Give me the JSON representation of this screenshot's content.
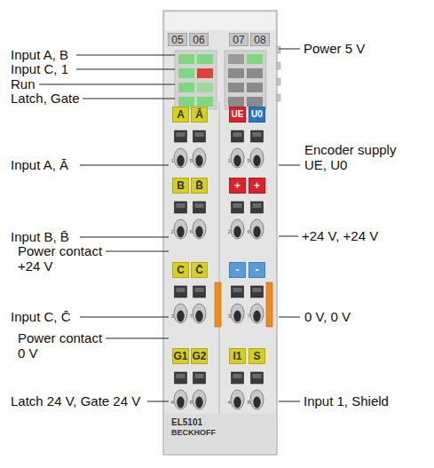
{
  "diagram": {
    "nodes": [
      {
        "text": [
          "05"
        ]
      },
      {
        "text": [
          "06"
        ]
      },
      {
        "text": [
          "07"
        ]
      },
      {
        "text": [
          "08"
        ]
      },
      {
        "text": [
          "A"
        ]
      },
      {
        "text": [
          "Ā"
        ]
      },
      {
        "text": [
          "UE"
        ]
      },
      {
        "text": [
          "U0"
        ]
      },
      {
        "text": [
          "B"
        ]
      },
      {
        "text": [
          "B̄"
        ]
      },
      {
        "text": [
          "+"
        ]
      },
      {
        "text": [
          "+"
        ]
      },
      {
        "text": [
          "C"
        ]
      },
      {
        "text": [
          "C̄"
        ]
      },
      {
        "text": [
          "-"
        ]
      },
      {
        "text": [
          "-"
        ]
      },
      {
        "text": [
          "G1"
        ]
      },
      {
        "text": [
          "G2"
        ]
      },
      {
        "text": [
          "I1"
        ]
      },
      {
        "text": [
          "S"
        ]
      }
    ],
    "labels": [
      "Input A, B",
      "Input C, 1",
      "Run",
      "Latch, Gate",
      "Power 5 V",
      "Input A, Ā",
      "Encoder supply UE, U0",
      "Input B, B̄",
      "+24 V, +24 V",
      "Power contact +24 V",
      "Input C, C̄",
      "0 V, 0 V",
      "Power contact 0 V",
      "Latch 24 V, Gate 24 V",
      "Input 1, Shield",
      "1",
      "5",
      "1",
      "5",
      "2",
      "6",
      "2",
      "6",
      "3",
      "7",
      "3",
      "7",
      "4",
      "8",
      "4",
      "8",
      "EL5101",
      "BECKHOFF"
    ]
  }
}
